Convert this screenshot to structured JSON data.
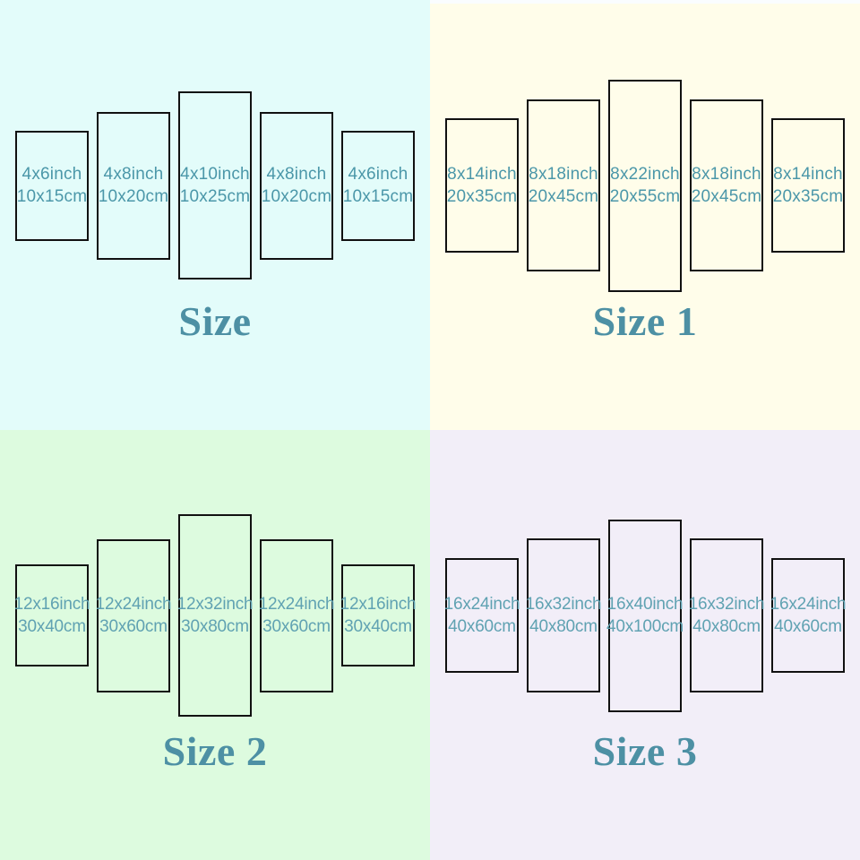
{
  "colors": {
    "bg_top_left": "#e3fcfa",
    "bg_top_right": "#fffdea",
    "bg_bottom_left": "#ddfbdf",
    "bg_bottom_right": "#f2eef8",
    "top_strip": "#fafdff",
    "panel_border": "#111111",
    "label_top": "#4b97a9",
    "label_bottom": "#60a2b2",
    "title": "#4d90a4"
  },
  "quadrants": [
    {
      "title": "Size",
      "panels": [
        {
          "inch": "4x6inch",
          "cm": "10x15cm"
        },
        {
          "inch": "4x8inch",
          "cm": "10x20cm"
        },
        {
          "inch": "4x10inch",
          "cm": "10x25cm"
        },
        {
          "inch": "4x8inch",
          "cm": "10x20cm"
        },
        {
          "inch": "4x6inch",
          "cm": "10x15cm"
        }
      ]
    },
    {
      "title": "Size 1",
      "panels": [
        {
          "inch": "8x14inch",
          "cm": "20x35cm"
        },
        {
          "inch": "8x18inch",
          "cm": "20x45cm"
        },
        {
          "inch": "8x22inch",
          "cm": "20x55cm"
        },
        {
          "inch": "8x18inch",
          "cm": "20x45cm"
        },
        {
          "inch": "8x14inch",
          "cm": "20x35cm"
        }
      ]
    },
    {
      "title": "Size 2",
      "panels": [
        {
          "inch": "12x16inch",
          "cm": "30x40cm"
        },
        {
          "inch": "12x24inch",
          "cm": "30x60cm"
        },
        {
          "inch": "12x32inch",
          "cm": "30x80cm"
        },
        {
          "inch": "12x24inch",
          "cm": "30x60cm"
        },
        {
          "inch": "12x16inch",
          "cm": "30x40cm"
        }
      ]
    },
    {
      "title": "Size 3",
      "panels": [
        {
          "inch": "16x24inch",
          "cm": "40x60cm"
        },
        {
          "inch": "16x32inch",
          "cm": "40x80cm"
        },
        {
          "inch": "16x40inch",
          "cm": "40x100cm"
        },
        {
          "inch": "16x32inch",
          "cm": "40x80cm"
        },
        {
          "inch": "16x24inch",
          "cm": "40x60cm"
        }
      ]
    }
  ]
}
